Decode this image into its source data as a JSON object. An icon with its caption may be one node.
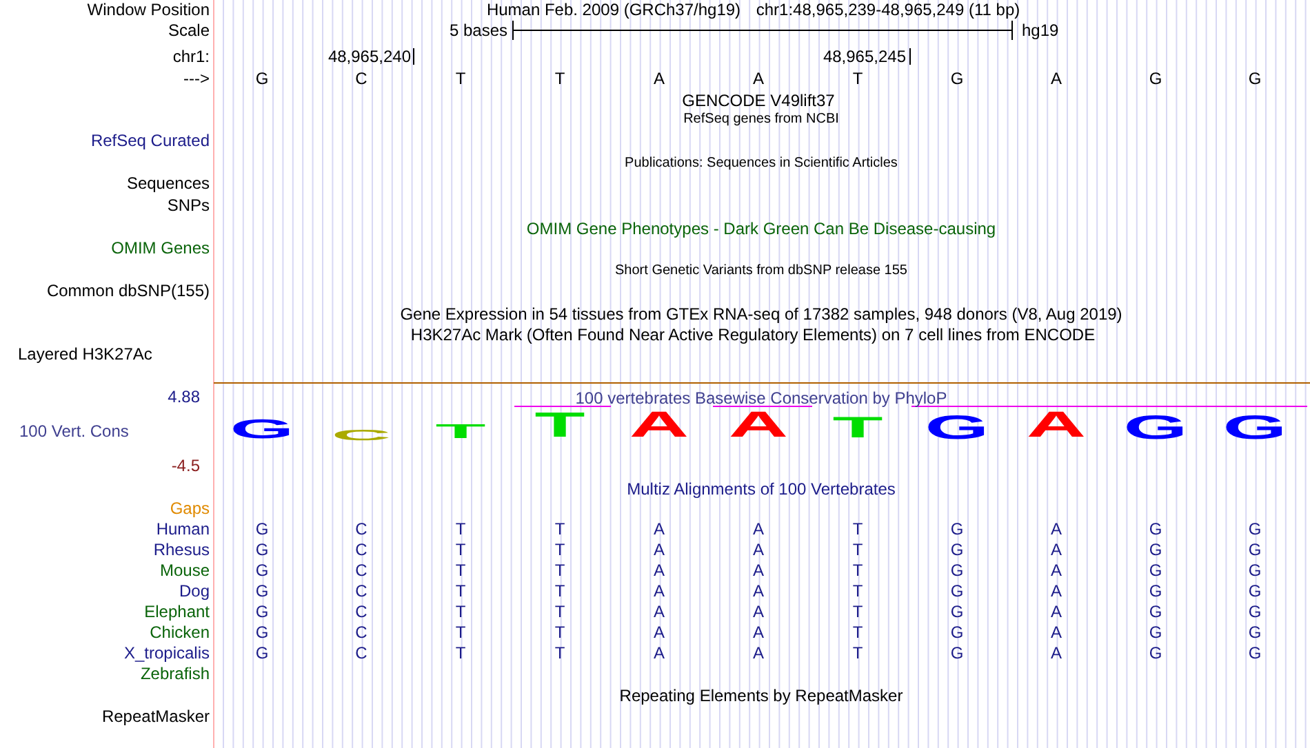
{
  "diagram": {
    "labels": [
      "Window Position",
      "Human Feb. 2009 (GRCh37/hg19)",
      "chr1:48,965,239-48,965,249 (11 bp)",
      "Scale",
      "5 bases",
      "hg19",
      "chr1:",
      "48,965,240",
      "48,965,245",
      "--->",
      "G",
      "C",
      "T",
      "T",
      "A",
      "A",
      "T",
      "G",
      "A",
      "G",
      "G",
      "GENCODE V49lift37",
      "RefSeq genes from NCBI",
      "RefSeq Curated",
      "Publications: Sequences in Scientific Articles",
      "Sequences",
      "SNPs",
      "OMIM Gene Phenotypes - Dark Green Can Be Disease-causing",
      "OMIM Genes",
      "Short Genetic Variants from dbSNP release 155",
      "Common dbSNP(155)",
      "Gene Expression in 54 tissues from GTEx RNA-seq of 17382 samples, 948 donors (V8, Aug 2019)",
      "H3K27Ac Mark (Often Found Near Active Regulatory Elements) on 7 cell lines from ENCODE",
      "Layered H3K27Ac",
      "4.88",
      "100 vertebrates Basewise Conservation by PhyloP",
      "100 Vert. Cons",
      "G",
      "C",
      "T",
      "T",
      "A",
      "A",
      "T",
      "G",
      "A",
      "G",
      "G",
      "-4.5",
      "Multiz Alignments of 100 Vertebrates",
      "Gaps",
      "Human",
      "G",
      "C",
      "T",
      "T",
      "A",
      "A",
      "T",
      "G",
      "A",
      "G",
      "G",
      "Rhesus",
      "G",
      "C",
      "T",
      "T",
      "A",
      "A",
      "T",
      "G",
      "A",
      "G",
      "G",
      "Mouse",
      "G",
      "C",
      "T",
      "T",
      "A",
      "A",
      "T",
      "G",
      "A",
      "G",
      "G",
      "Dog",
      "G",
      "C",
      "T",
      "T",
      "A",
      "A",
      "T",
      "G",
      "A",
      "G",
      "G",
      "Elephant",
      "G",
      "C",
      "T",
      "T",
      "A",
      "A",
      "T",
      "G",
      "A",
      "G",
      "G",
      "Chicken",
      "G",
      "C",
      "T",
      "T",
      "A",
      "A",
      "T",
      "G",
      "A",
      "G",
      "G",
      "X_tropicalis",
      "G",
      "C",
      "T",
      "T",
      "A",
      "A",
      "T",
      "G",
      "A",
      "G",
      "G",
      "Zebrafish",
      "Repeating Elements by RepeatMasker",
      "RepeatMasker"
    ]
  }
}
